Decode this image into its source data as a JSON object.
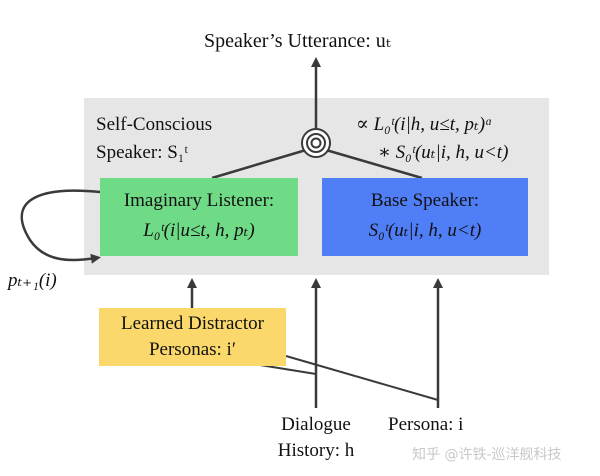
{
  "title": "Speaker’s Utterance: uₜ",
  "self_conscious": {
    "line1": "Self-Conscious",
    "line2": "Speaker: S₁ᵗ"
  },
  "formula": {
    "line1": "∝ L₀ᵗ(i|h, u≤t, pₜ)ᵅ",
    "line2": "∗ S₀ᵗ(uₜ|i, h, u<t)"
  },
  "imaginary_listener": {
    "title": "Imaginary Listener:",
    "formula": "L₀ᵗ(i|u≤t, h, pₜ)"
  },
  "base_speaker": {
    "title": "Base Speaker:",
    "formula": "S₀ᵗ(uₜ|i, h, u<t)"
  },
  "loop_label": "pₜ₊₁(i)",
  "distractor": {
    "line1": "Learned Distractor",
    "line2": "Personas: i′"
  },
  "dialogue_history": {
    "line1": "Dialogue",
    "line2": "History: h"
  },
  "persona": "Persona: i",
  "watermark": "知乎 @许铁-巡洋舰科技",
  "colors": {
    "gray_box": "#e6e6e6",
    "listener_green": "#6fdb86",
    "speaker_blue": "#4f7ef7",
    "distractor_yellow": "#fbd86b",
    "arrow": "#3a3a3a"
  }
}
